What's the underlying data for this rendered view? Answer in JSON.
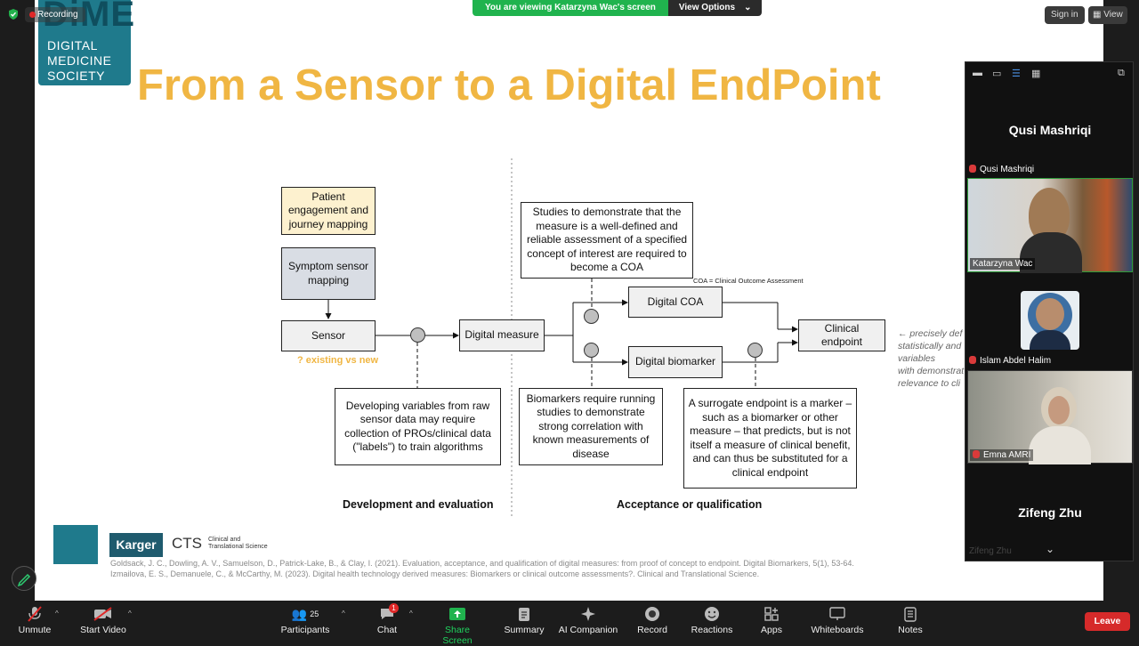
{
  "top": {
    "recording_label": "Recording",
    "banner_text": "You are viewing Katarzyna Wac's screen",
    "view_options_label": "View Options",
    "sign_in_label": "Sign in",
    "view_label": "View"
  },
  "slide": {
    "logo": {
      "mark": "DiME",
      "line1": "DIGITAL",
      "line2": "MEDICINE",
      "line3": "SOCIETY"
    },
    "title": "From a Sensor to a Digital EndPoint",
    "diagram": {
      "box_patient": "Patient engagement and journey mapping",
      "box_symptom": "Symptom sensor mapping",
      "box_sensor": "Sensor",
      "existing_vs_new": "? existing vs new",
      "box_digital_measure": "Digital measure",
      "box_developing": "Developing variables from raw sensor data may require collection of PROs/clinical data (\"labels\") to train algorithms",
      "box_studies": "Studies to demonstrate that the measure is a well-defined and reliable assessment of a specified concept of interest are required to become a COA",
      "coa_note": "COA = Clinical Outcome Assessment",
      "box_digital_coa": "Digital COA",
      "box_digital_biomarker": "Digital biomarker",
      "box_clinical_endpoint": "Clinical endpoint",
      "box_biomarkers_require": "Biomarkers require running studies to demonstrate strong correlation with known measurements of disease",
      "box_surrogate": "A surrogate endpoint is a marker – such as a biomarker or other measure – that predicts, but is not itself a measure of clinical benefit, and can thus be substituted for a clinical endpoint",
      "label_dev_eval": "Development and evaluation",
      "label_acceptance": "Acceptance or qualification",
      "side_note_lines": [
        "← precisely def",
        "statistically and",
        "variables",
        "with demonstrat",
        "relevance to cli"
      ]
    },
    "footer": {
      "logo_karger": "Karger",
      "logo_cts": "CTS",
      "logo_cts_sub1": "Clinical and",
      "logo_cts_sub2": "Translational Science",
      "ref1": "Goldsack, J. C., Dowling, A. V., Samuelson, D., Patrick-Lake, B., & Clay, I. (2021). Evaluation, acceptance, and qualification of digital measures: from proof of concept to endpoint. Digital Biomarkers, 5(1), 53-64.",
      "ref2": "Izmailova, E. S., Demanuele, C., & McCarthy, M. (2023). Digital health technology derived measures: Biomarkers or clinical outcome assessments?. Clinical and Translational Science."
    }
  },
  "panel": {
    "speaker_big": "Qusi Mashriqi",
    "speaker_label": "Qusi Mashriqi",
    "tile1_name": "Katarzyna Wac",
    "tile2_name": "Islam Abdel Halim",
    "tile3_name": "Emna AMRI",
    "bottom_big": "Zifeng Zhu",
    "bottom_faded": "Zifeng Zhu"
  },
  "toolbar": {
    "unmute": "Unmute",
    "start_video": "Start Video",
    "participants": "Participants",
    "participants_count": "25",
    "chat": "Chat",
    "chat_badge": "1",
    "share_screen": "Share Screen",
    "summary": "Summary",
    "ai_companion": "AI Companion",
    "record": "Record",
    "reactions": "Reactions",
    "apps": "Apps",
    "whiteboards": "Whiteboards",
    "notes": "Notes",
    "leave": "Leave"
  },
  "colors": {
    "title": "#f0b643",
    "brand_teal": "#1f7a8c",
    "share_green": "#20b34e",
    "leave_red": "#d62a2a"
  }
}
